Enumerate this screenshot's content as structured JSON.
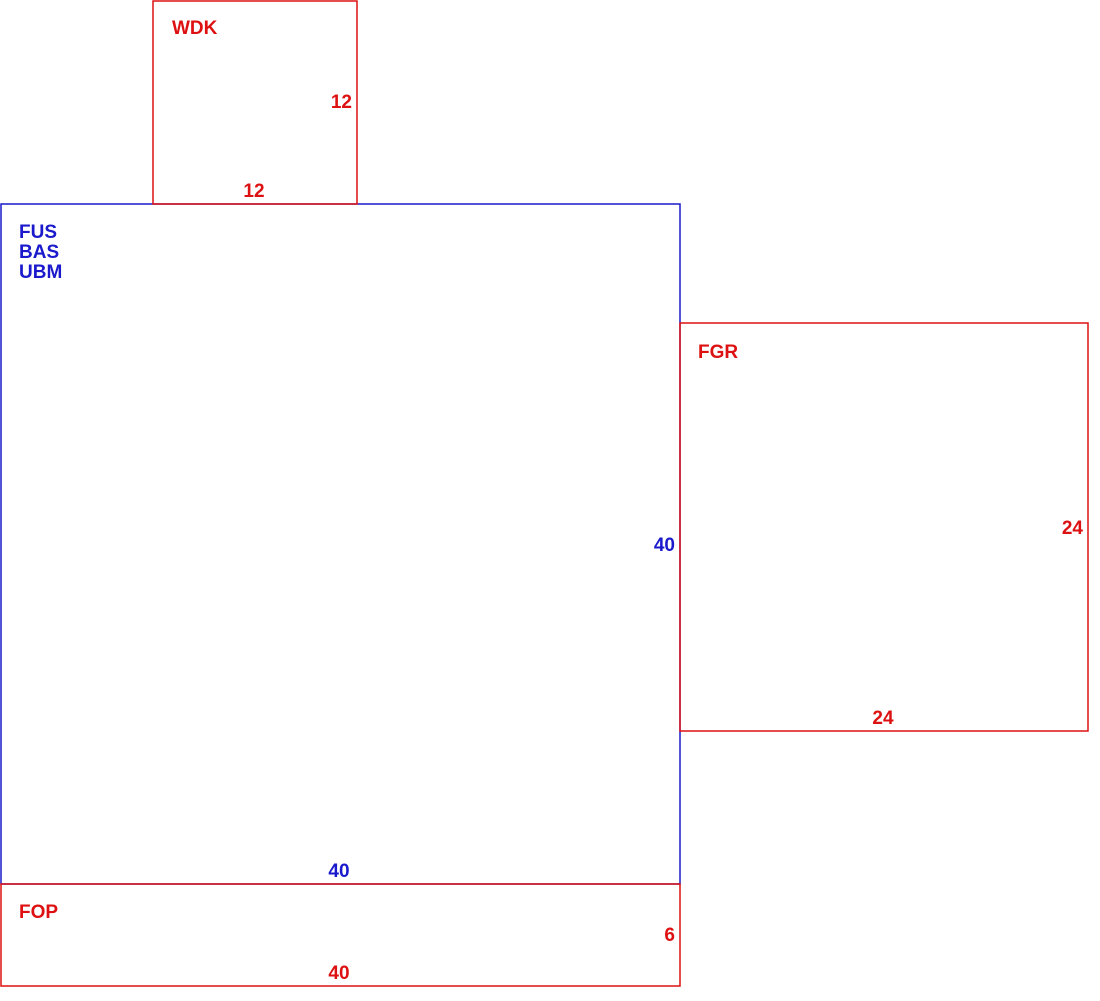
{
  "colors": {
    "main": "#1a1acc",
    "addition": "#dd1111",
    "background": "#ffffff"
  },
  "areas": {
    "main": {
      "codes": [
        "FUS",
        "BAS",
        "UBM"
      ],
      "width_label": "40",
      "depth_label": "40"
    },
    "wdk": {
      "code": "WDK",
      "width_label": "12",
      "depth_label": "12"
    },
    "fgr": {
      "code": "FGR",
      "width_label": "24",
      "depth_label": "24"
    },
    "fop": {
      "code": "FOP",
      "width_label": "40",
      "depth_label": "6"
    }
  }
}
